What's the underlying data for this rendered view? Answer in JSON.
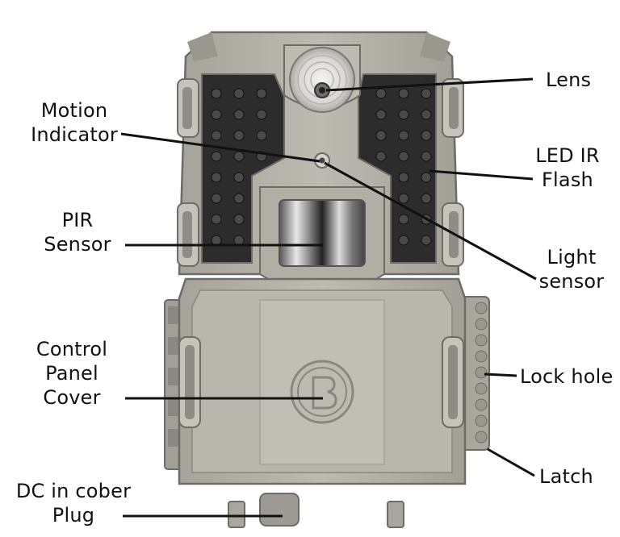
{
  "labels": {
    "lens": "Lens",
    "motion_indicator": [
      "Motion",
      "Indicator"
    ],
    "led_ir_flash": [
      "LED IR",
      "Flash"
    ],
    "pir_sensor": [
      "PIR",
      "Sensor"
    ],
    "light_sensor": [
      "Light",
      "sensor"
    ],
    "control_panel_cover": [
      "Control",
      "Panel",
      "Cover"
    ],
    "lock_hole": "Lock hole",
    "latch": "Latch",
    "dc_in_cover_plug": [
      "DC in cober",
      "Plug"
    ]
  },
  "colors": {
    "body": "#b3b0a8",
    "body_dark": "#8f8c85",
    "body_light": "#c9c6be",
    "led_panel": "#2c2c2c",
    "line": "#111111"
  }
}
